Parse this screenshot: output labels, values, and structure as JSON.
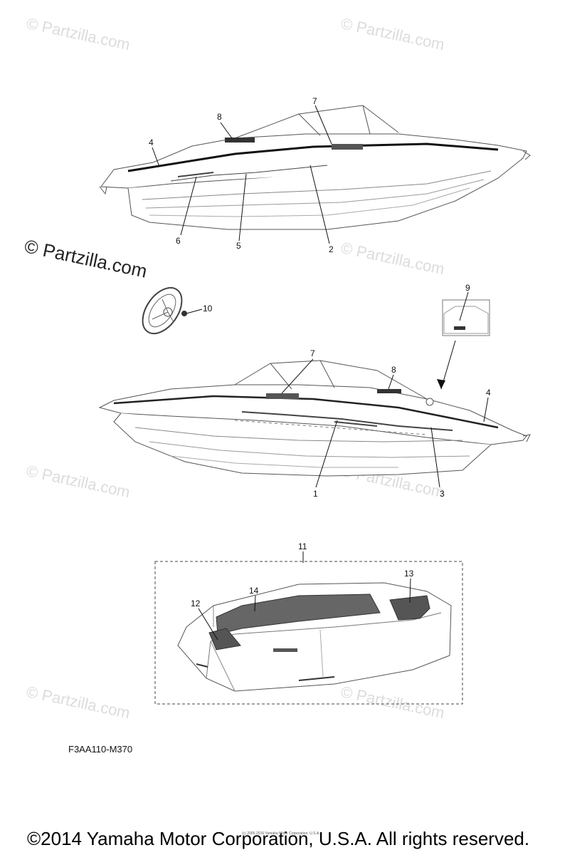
{
  "watermarks": {
    "small": "© Partzilla.com",
    "large": "© Partzilla.com"
  },
  "callouts": {
    "c1": "1",
    "c2": "2",
    "c3": "3",
    "c4_top": "4",
    "c4_bot": "4",
    "c5": "5",
    "c6": "6",
    "c7_top": "7",
    "c7_bot": "7",
    "c8_top": "8",
    "c8_bot": "8",
    "c9": "9",
    "c10": "10",
    "c11": "11",
    "c12": "12",
    "c13": "13",
    "c14": "14"
  },
  "diagram_code": "F3AA110-M370",
  "tiny_notice": "(c) 2005-2016 Yamaha Motor Corporation, U.S.A.",
  "copyright": "©2014 Yamaha Motor Corporation, U.S.A. All rights reserved."
}
